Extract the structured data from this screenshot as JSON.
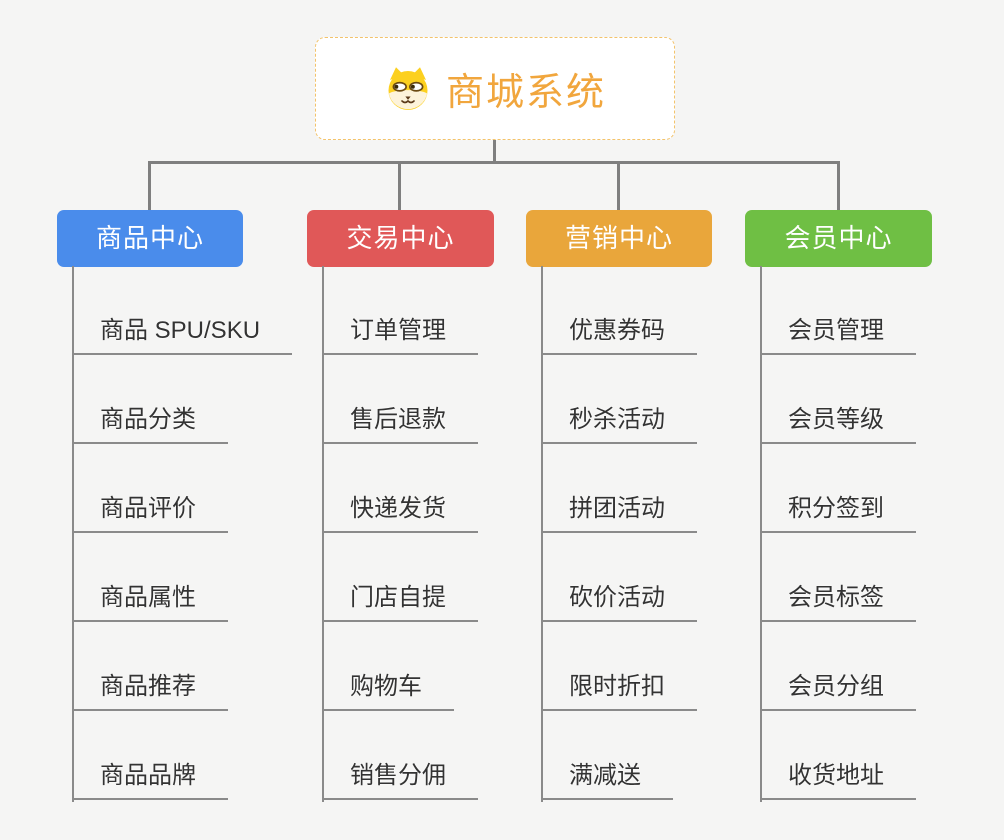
{
  "root": {
    "title": "商城系统",
    "icon": "dog-face-icon",
    "accent_color": "#f1a63d",
    "border_color": "#f3c36b"
  },
  "connector_color": "#7f7f7f",
  "branches": [
    {
      "id": "product-center",
      "label": "商品中心",
      "color": "#4a8ceb",
      "items": [
        "商品 SPU/SKU",
        "商品分类",
        "商品评价",
        "商品属性",
        "商品推荐",
        "商品品牌"
      ]
    },
    {
      "id": "trade-center",
      "label": "交易中心",
      "color": "#e05858",
      "items": [
        "订单管理",
        "售后退款",
        "快递发货",
        "门店自提",
        "购物车",
        "销售分佣"
      ]
    },
    {
      "id": "marketing-center",
      "label": "营销中心",
      "color": "#e9a63b",
      "items": [
        "优惠券码",
        "秒杀活动",
        "拼团活动",
        "砍价活动",
        "限时折扣",
        "满减送"
      ]
    },
    {
      "id": "member-center",
      "label": "会员中心",
      "color": "#6fbf44",
      "items": [
        "会员管理",
        "会员等级",
        "积分签到",
        "会员标签",
        "会员分组",
        "收货地址"
      ]
    }
  ]
}
